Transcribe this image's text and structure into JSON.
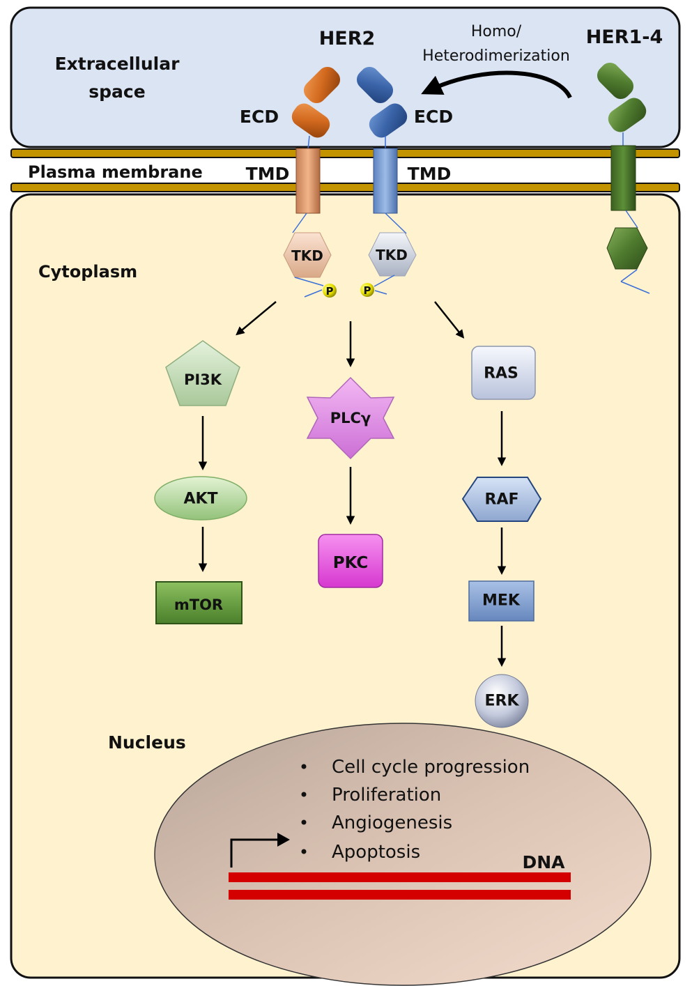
{
  "regions": {
    "extracellular": "Extracellular",
    "extracellular_2": "space",
    "membrane": "Plasma membrane",
    "cytoplasm": "Cytoplasm",
    "nucleus": "Nucleus"
  },
  "receptors": {
    "her2": "HER2",
    "her14": "HER1-4",
    "ecd_left": "ECD",
    "ecd_right": "ECD",
    "tmd_left": "TMD",
    "tmd_right": "TMD",
    "tkd_left": "TKD",
    "tkd_right": "TKD",
    "phospho": "P",
    "dimerization_1": "Homo/",
    "dimerization_2": "Heterodimerization"
  },
  "pathways": {
    "pi3k": "PI3K",
    "akt": "AKT",
    "mtor": "mTOR",
    "plcg": "PLCγ",
    "pkc": "PKC",
    "ras": "RAS",
    "raf": "RAF",
    "mek": "MEK",
    "erk": "ERK"
  },
  "outcomes": [
    "Cell cycle progression",
    "Proliferation",
    "Angiogenesis",
    "Apoptosis"
  ],
  "dna_label": "DNA",
  "colors": {
    "extracellular_bg": "#dbe4f3",
    "cytoplasm_bg": "#fff2cf",
    "membrane": "#c49300",
    "her2_left": "#d2691e",
    "her2_right": "#3a64a8",
    "her14": "#4e7a2e",
    "dna": "#d40000"
  }
}
